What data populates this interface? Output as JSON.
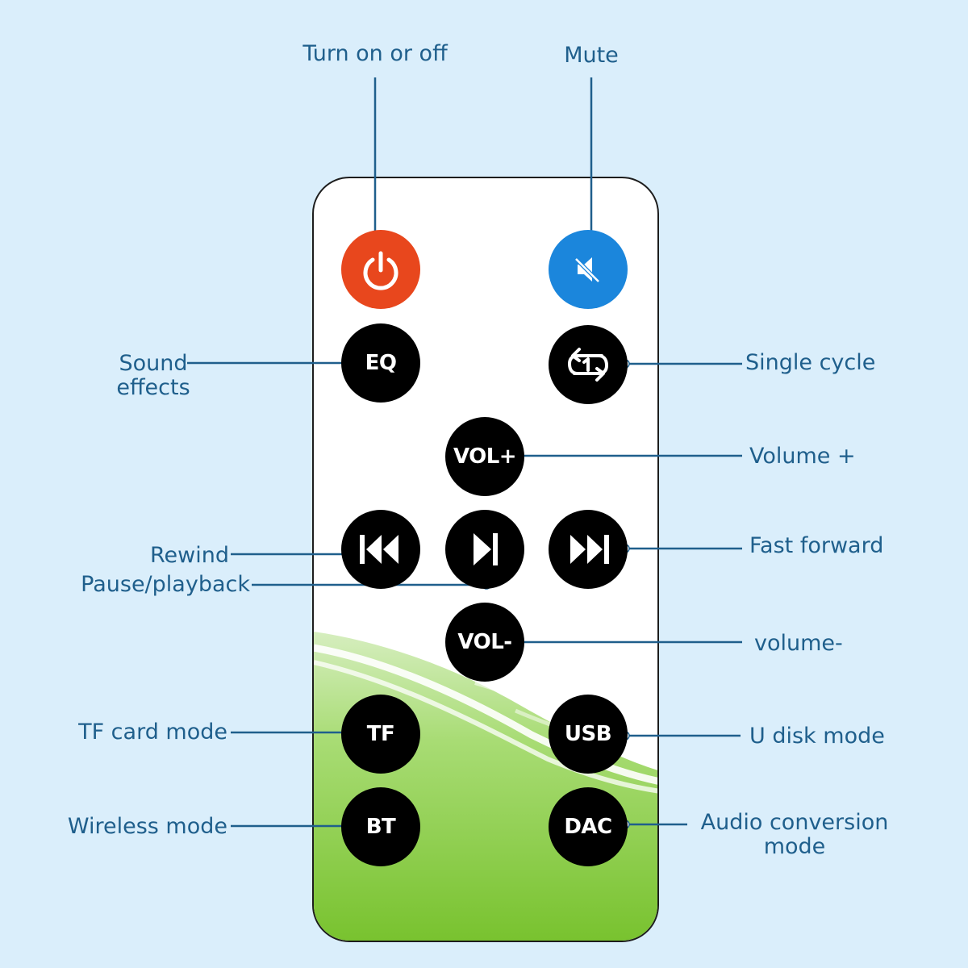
{
  "labels": {
    "power": "Turn on or off",
    "mute": "Mute",
    "sound_effects_line1": "Sound",
    "sound_effects_line2": "effects",
    "single_cycle": "Single cycle",
    "volume_plus": "Volume +",
    "rewind": "Rewind",
    "pause_playback": "Pause/playback",
    "fast_forward": "Fast forward",
    "volume_minus": "volume-",
    "tf_card_mode": "TF card mode",
    "u_disk_mode": "U disk mode",
    "wireless_mode": "Wireless mode",
    "audio_conversion_line1": "Audio conversion",
    "audio_conversion_line2": "mode"
  },
  "buttons": {
    "eq": "EQ",
    "vol_plus": "VOL+",
    "vol_minus": "VOL-",
    "tf": "TF",
    "usb": "USB",
    "bt": "BT",
    "dac": "DAC"
  },
  "icons": {
    "power": "power-icon",
    "mute": "mute-icon",
    "cycle": "repeat-one-icon",
    "rewind": "rewind-icon",
    "play_pause": "play-pause-icon",
    "fast_forward": "fast-forward-icon"
  },
  "colors": {
    "background": "#daeefb",
    "label_text": "#1f5f8c",
    "power_button": "#e8471d",
    "mute_button": "#1b86dc",
    "button": "#000000",
    "remote_green": "#7ec63a"
  }
}
